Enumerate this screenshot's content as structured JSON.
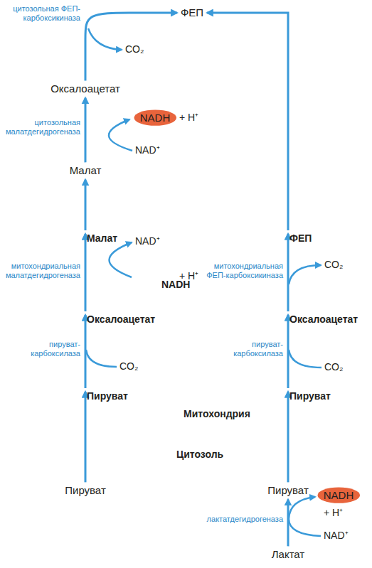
{
  "diagram": {
    "nodes": [
      {
        "text": [
          "ФЕП"
        ]
      },
      {
        "text": [
          "Оксалоацетат"
        ]
      },
      {
        "text": [
          "NADH"
        ]
      },
      {
        "text": [
          "Малат"
        ]
      },
      {
        "text": [
          "Митохондрия"
        ]
      },
      {
        "text": [
          "Малат"
        ],
        "in": 4
      },
      {
        "text": [
          "ФЕП"
        ],
        "in": 4
      },
      {
        "text": [
          "NADH"
        ],
        "in": 4
      },
      {
        "text": [
          "Оксалоацетат"
        ],
        "in": 4
      },
      {
        "text": [
          "Оксалоацетат"
        ],
        "in": 4
      },
      {
        "text": [
          "Пируват"
        ],
        "in": 4
      },
      {
        "text": [
          "Пируват"
        ],
        "in": 4
      },
      {
        "text": [
          "Пируват"
        ]
      },
      {
        "text": [
          "Пируват"
        ]
      },
      {
        "text": [
          "NADH"
        ]
      },
      {
        "text": [
          "Лактат"
        ]
      }
    ],
    "edges": [
      {
        "from": 1,
        "to": 0,
        "arrow": "to",
        "label": "цитозольная ФЕП-карбоксикиназа"
      },
      {
        "from": 3,
        "to": 1,
        "arrow": "to",
        "label": "цитозольная малатдегидрогеназа"
      },
      {
        "from": 5,
        "to": 3,
        "arrow": "to"
      },
      {
        "from": 6,
        "to": 0,
        "arrow": "to"
      },
      {
        "from": 8,
        "to": 5,
        "arrow": "to",
        "label": "митохондриальная малатдегидрогеназа"
      },
      {
        "from": 9,
        "to": 6,
        "arrow": "to",
        "label": "митохондриальная ФЕП-карбоксикиназа"
      },
      {
        "from": 10,
        "to": 8,
        "arrow": "to",
        "label": "пируват-карбоксилаза"
      },
      {
        "from": 11,
        "to": 9,
        "arrow": "to",
        "label": "пируват-карбоксилаза"
      },
      {
        "from": 12,
        "to": 10,
        "arrow": "to"
      },
      {
        "from": 13,
        "to": 11,
        "arrow": "to"
      },
      {
        "from": 15,
        "to": 13,
        "arrow": "to",
        "label": "лактатдегидрогеназа"
      }
    ],
    "labels": [
      "CO₂",
      "+ H⁺",
      "NAD⁺",
      "NAD⁺",
      "+ H⁺",
      "CO₂",
      "CO₂",
      "CO₂",
      "+ H⁺",
      "NAD⁺",
      "Цитозоль"
    ]
  }
}
